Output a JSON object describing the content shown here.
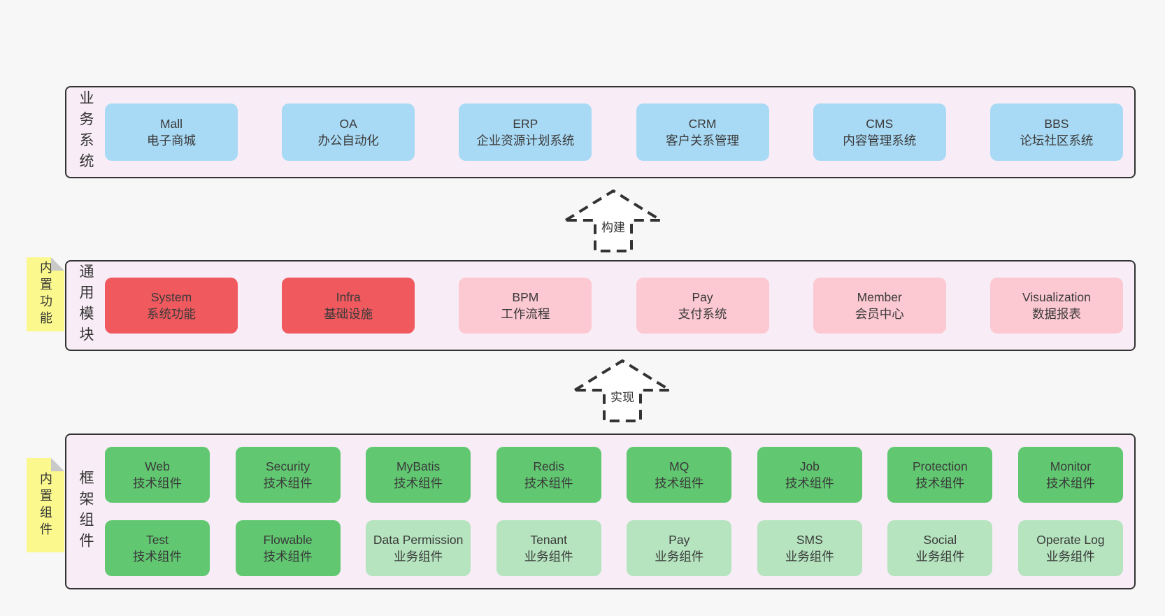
{
  "colors": {
    "pageBg": "#f7f7f7",
    "bandBg": "#f8edf6",
    "border": "#333333",
    "blue": "#a9daf5",
    "red": "#f0595e",
    "pink": "#fcc8d2",
    "green": "#61c871",
    "lightGreen": "#b5e4bf",
    "sticky": "#fbf88e"
  },
  "bands": [
    {
      "label": "业务系统",
      "boxes": [
        {
          "name": "Mall",
          "subtitle": "电子商城",
          "color": "blue"
        },
        {
          "name": "OA",
          "subtitle": "办公自动化",
          "color": "blue"
        },
        {
          "name": "ERP",
          "subtitle": "企业资源计划系统",
          "color": "blue"
        },
        {
          "name": "CRM",
          "subtitle": "客户关系管理",
          "color": "blue"
        },
        {
          "name": "CMS",
          "subtitle": "内容管理系统",
          "color": "blue"
        },
        {
          "name": "BBS",
          "subtitle": "论坛社区系统",
          "color": "blue"
        }
      ]
    },
    {
      "label": "通用模块",
      "sticky": "内置功能",
      "boxes": [
        {
          "name": "System",
          "subtitle": "系统功能",
          "color": "red"
        },
        {
          "name": "Infra",
          "subtitle": "基础设施",
          "color": "red"
        },
        {
          "name": "BPM",
          "subtitle": "工作流程",
          "color": "pink"
        },
        {
          "name": "Pay",
          "subtitle": "支付系统",
          "color": "pink"
        },
        {
          "name": "Member",
          "subtitle": "会员中心",
          "color": "pink"
        },
        {
          "name": "Visualization",
          "subtitle": "数据报表",
          "color": "pink"
        }
      ]
    },
    {
      "label": "框架组件",
      "sticky": "内置组件",
      "rows": [
        [
          {
            "name": "Web",
            "subtitle": "技术组件",
            "color": "green"
          },
          {
            "name": "Security",
            "subtitle": "技术组件",
            "color": "green"
          },
          {
            "name": "MyBatis",
            "subtitle": "技术组件",
            "color": "green"
          },
          {
            "name": "Redis",
            "subtitle": "技术组件",
            "color": "green"
          },
          {
            "name": "MQ",
            "subtitle": "技术组件",
            "color": "green"
          },
          {
            "name": "Job",
            "subtitle": "技术组件",
            "color": "green"
          },
          {
            "name": "Protection",
            "subtitle": "技术组件",
            "color": "green"
          },
          {
            "name": "Monitor",
            "subtitle": "技术组件",
            "color": "green"
          }
        ],
        [
          {
            "name": "Test",
            "subtitle": "技术组件",
            "color": "green"
          },
          {
            "name": "Flowable",
            "subtitle": "技术组件",
            "color": "green"
          },
          {
            "name": "Data Permission",
            "subtitle": "业务组件",
            "color": "lightGreen"
          },
          {
            "name": "Tenant",
            "subtitle": "业务组件",
            "color": "lightGreen"
          },
          {
            "name": "Pay",
            "subtitle": "业务组件",
            "color": "lightGreen"
          },
          {
            "name": "SMS",
            "subtitle": "业务组件",
            "color": "lightGreen"
          },
          {
            "name": "Social",
            "subtitle": "业务组件",
            "color": "lightGreen"
          },
          {
            "name": "Operate Log",
            "subtitle": "业务组件",
            "color": "lightGreen"
          }
        ]
      ]
    }
  ],
  "arrows": [
    {
      "label": "构建"
    },
    {
      "label": "实现"
    }
  ]
}
